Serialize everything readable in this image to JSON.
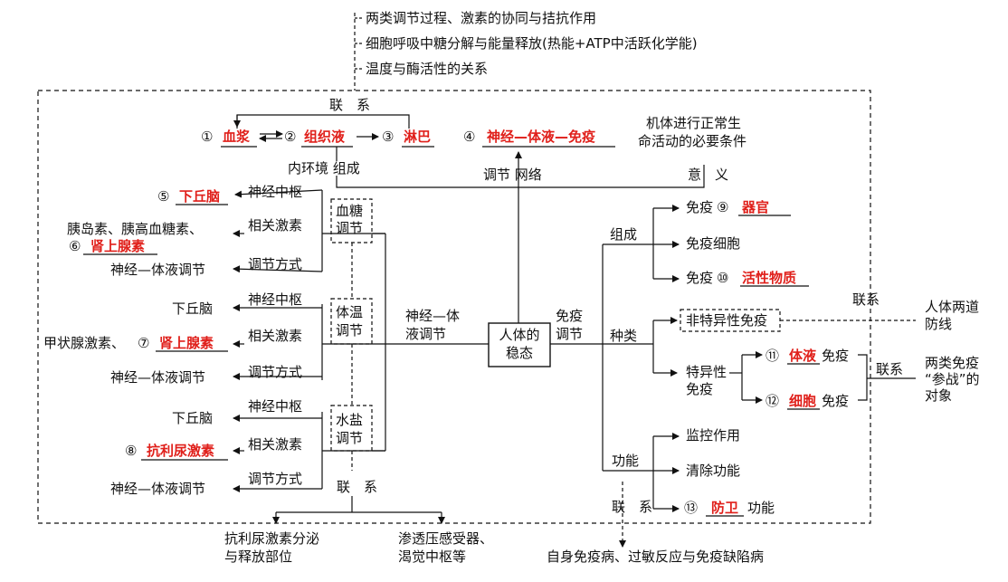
{
  "top_notes": [
    "两类调节过程、激素的协同与拮抗作用",
    "细胞呼吸中糖分解与能量释放(热能+ATP中活跃化学能)",
    "温度与酶活性的关系"
  ],
  "internal_env": {
    "link": "联　系",
    "n1": "①",
    "a1": "血浆",
    "n2": "②",
    "a2": "组织液",
    "n3": "③",
    "a3": "淋巴",
    "composition": "内环境 组成"
  },
  "network": {
    "n4": "④",
    "a4": "神经—体液—免疫",
    "label": "调节 网络",
    "condition": [
      "机体进行正常生",
      "命活动的必要条件"
    ],
    "meaning": "意　义"
  },
  "center": {
    "line1": "人体的",
    "line2": "稳态"
  },
  "neuro_humoral": {
    "line1": "神经—体",
    "line2": "液调节"
  },
  "immune_reg": {
    "line1": "免疫",
    "line2": "调节"
  },
  "blood_sugar": {
    "box1": "血糖",
    "box2": "调节",
    "center_label": "神经中枢",
    "hormone_label": "相关激素",
    "mode_label": "调节方式",
    "n5": "⑤",
    "a5": "下丘脑",
    "hormones_prefix": "胰岛素、胰高血糖素、",
    "n6": "⑥",
    "a6": "肾上腺素",
    "mode": "神经—体液调节"
  },
  "temperature": {
    "box1": "体温",
    "box2": "调节",
    "center_label": "神经中枢",
    "hormone_label": "相关激素",
    "mode_label": "调节方式",
    "center": "下丘脑",
    "hormones_prefix": "甲状腺激素、",
    "n7": "⑦",
    "a7": "肾上腺素",
    "mode": "神经—体液调节"
  },
  "water_salt": {
    "box1": "水盐",
    "box2": "调节",
    "center_label": "神经中枢",
    "hormone_label": "相关激素",
    "mode_label": "调节方式",
    "center": "下丘脑",
    "n8": "⑧",
    "a8": "抗利尿激素",
    "mode": "神经—体液调节",
    "link": "联　系",
    "out1": [
      "抗利尿激素分泌",
      "与释放部位"
    ],
    "out2": [
      "渗透压感受器、",
      "渴觉中枢等"
    ]
  },
  "immune": {
    "composition": "组成",
    "organ_prefix": "免疫",
    "n9": "⑨",
    "a9": "器官",
    "cells": "免疫细胞",
    "sub_prefix": "免疫",
    "n10": "⑩",
    "a10": "活性物质",
    "types": "种类",
    "nonspecific": "非特异性免疫",
    "specific": [
      "特异性",
      "免疫"
    ],
    "n11": "⑪",
    "a11": "体液",
    "s11": "免疫",
    "n12": "⑫",
    "a12": "细胞",
    "s12": "免疫",
    "link1": "联系",
    "defense": [
      "人体两道",
      "防线"
    ],
    "link2": "联系",
    "targets": [
      "两类免疫",
      "“参战”的",
      "对象"
    ],
    "function": "功能",
    "f1": "监控作用",
    "f2": "清除功能",
    "n13": "⑬",
    "a13": "防卫",
    "f3": "功能",
    "link3": "联　系",
    "diseases": "自身免疫病、过敏反应与免疫缺陷病"
  }
}
